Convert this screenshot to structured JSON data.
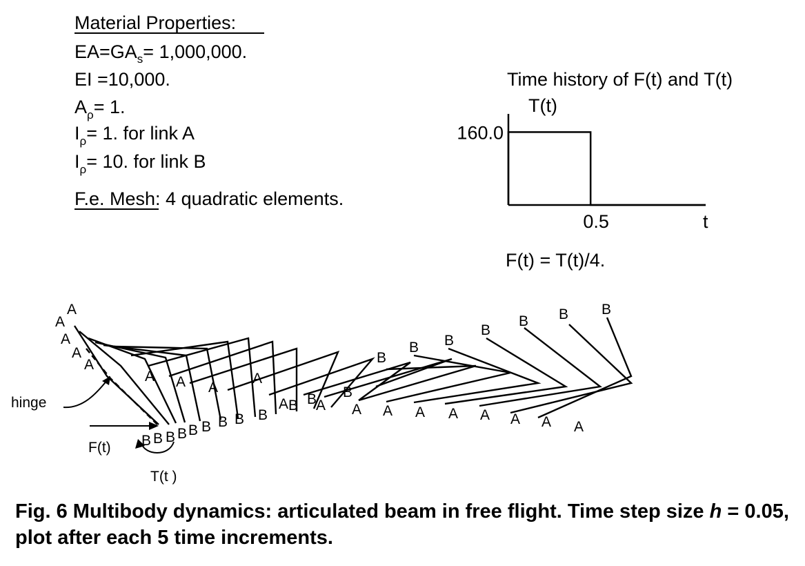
{
  "material": {
    "heading": "Material Properties:",
    "line_ea": "EA=GA",
    "line_ea_sub": "s",
    "line_ea_value": "= 1,000,000.",
    "line_ei": "EI =10,000.",
    "line_arho": "A",
    "line_arho_sub": "ρ",
    "line_arho_value": "= 1.",
    "line_irho_a": "I",
    "line_irho_a_sub": "ρ",
    "line_irho_a_value": "= 1.   for link A",
    "line_irho_b": "I",
    "line_irho_b_sub": "ρ",
    "line_irho_b_value": "= 10. for link B",
    "mesh_label": "F.e. Mesh",
    "mesh_value": ": 4 quadratic elements."
  },
  "time_history": {
    "title": "Time history of F(t) and T(t)",
    "y_label": "T(t)",
    "x_label": "t",
    "relation": "F(t) = T(t)/4.",
    "chart_data": {
      "type": "line",
      "x": [
        0,
        0,
        0.5,
        0.5,
        1.2
      ],
      "y": [
        0,
        160.0,
        160.0,
        0,
        0
      ],
      "ytick": "160.0",
      "xtick": "0.5",
      "xlim": [
        0,
        1.2
      ],
      "ylim": [
        0,
        200
      ]
    }
  },
  "diagram": {
    "hinge_label": "hinge",
    "force_label": "F(t)",
    "torque_label": "T(t )",
    "link_a": "A",
    "link_b": "B"
  },
  "caption": {
    "prefix": "Fig. 6   Multibody dynamics: articulated beam in free flight. Time step size ",
    "h": "h",
    "suffix": " = 0.05, plot after each 5 time increments."
  }
}
